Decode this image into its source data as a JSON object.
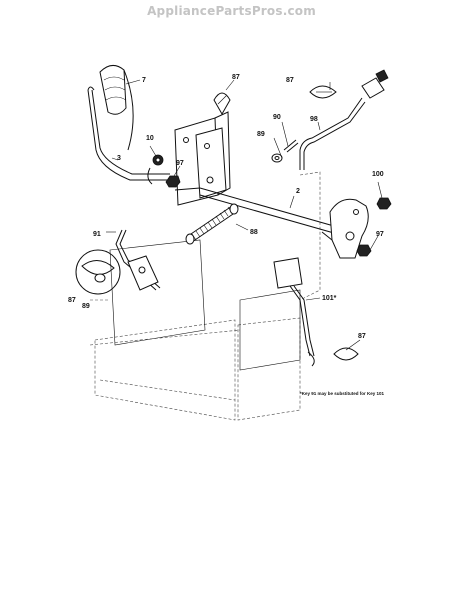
{
  "watermark": "AppliancePartsPros.com",
  "callouts": {
    "c7": "7",
    "c87a": "87",
    "c87b": "87",
    "c87c": "87",
    "c87d": "87",
    "c10": "10",
    "c97a": "97",
    "c97b": "97",
    "c3": "3",
    "c89a": "89",
    "c89b": "89",
    "c90": "90",
    "c98": "98",
    "c100": "100",
    "c2": "2",
    "c88": "88",
    "c91": "91",
    "c101": "101*"
  },
  "note": "*Key 91 may be substituted for Key 101"
}
